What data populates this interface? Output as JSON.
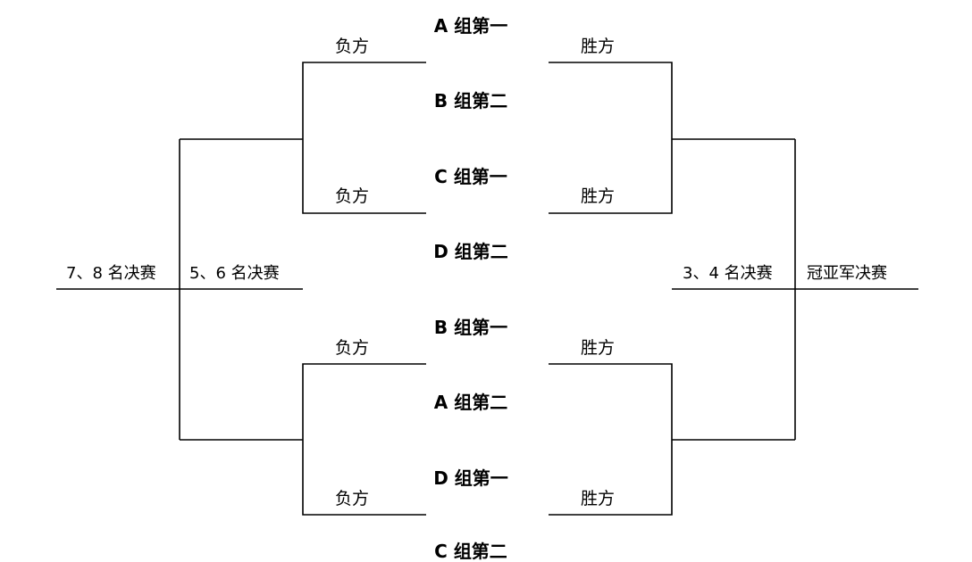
{
  "teams": [
    "A 组第一",
    "B 组第二",
    "C 组第一",
    "D 组第二",
    "B 组第一",
    "A 组第二",
    "D 组第一",
    "C 组第二"
  ],
  "left_labels": [
    "负方",
    "负方",
    "负方",
    "负方"
  ],
  "right_labels": [
    "胜方",
    "胜方",
    "胜方",
    "胜方"
  ],
  "final_labels": {
    "seventh_eighth": "7、8 名决赛",
    "fifth_sixth": "5、6 名决赛",
    "third_fourth": "3、4 名决赛",
    "championship": "冠亚军决赛"
  },
  "colors": {
    "line": "#000000",
    "text": "#000000",
    "background": "#ffffff"
  }
}
